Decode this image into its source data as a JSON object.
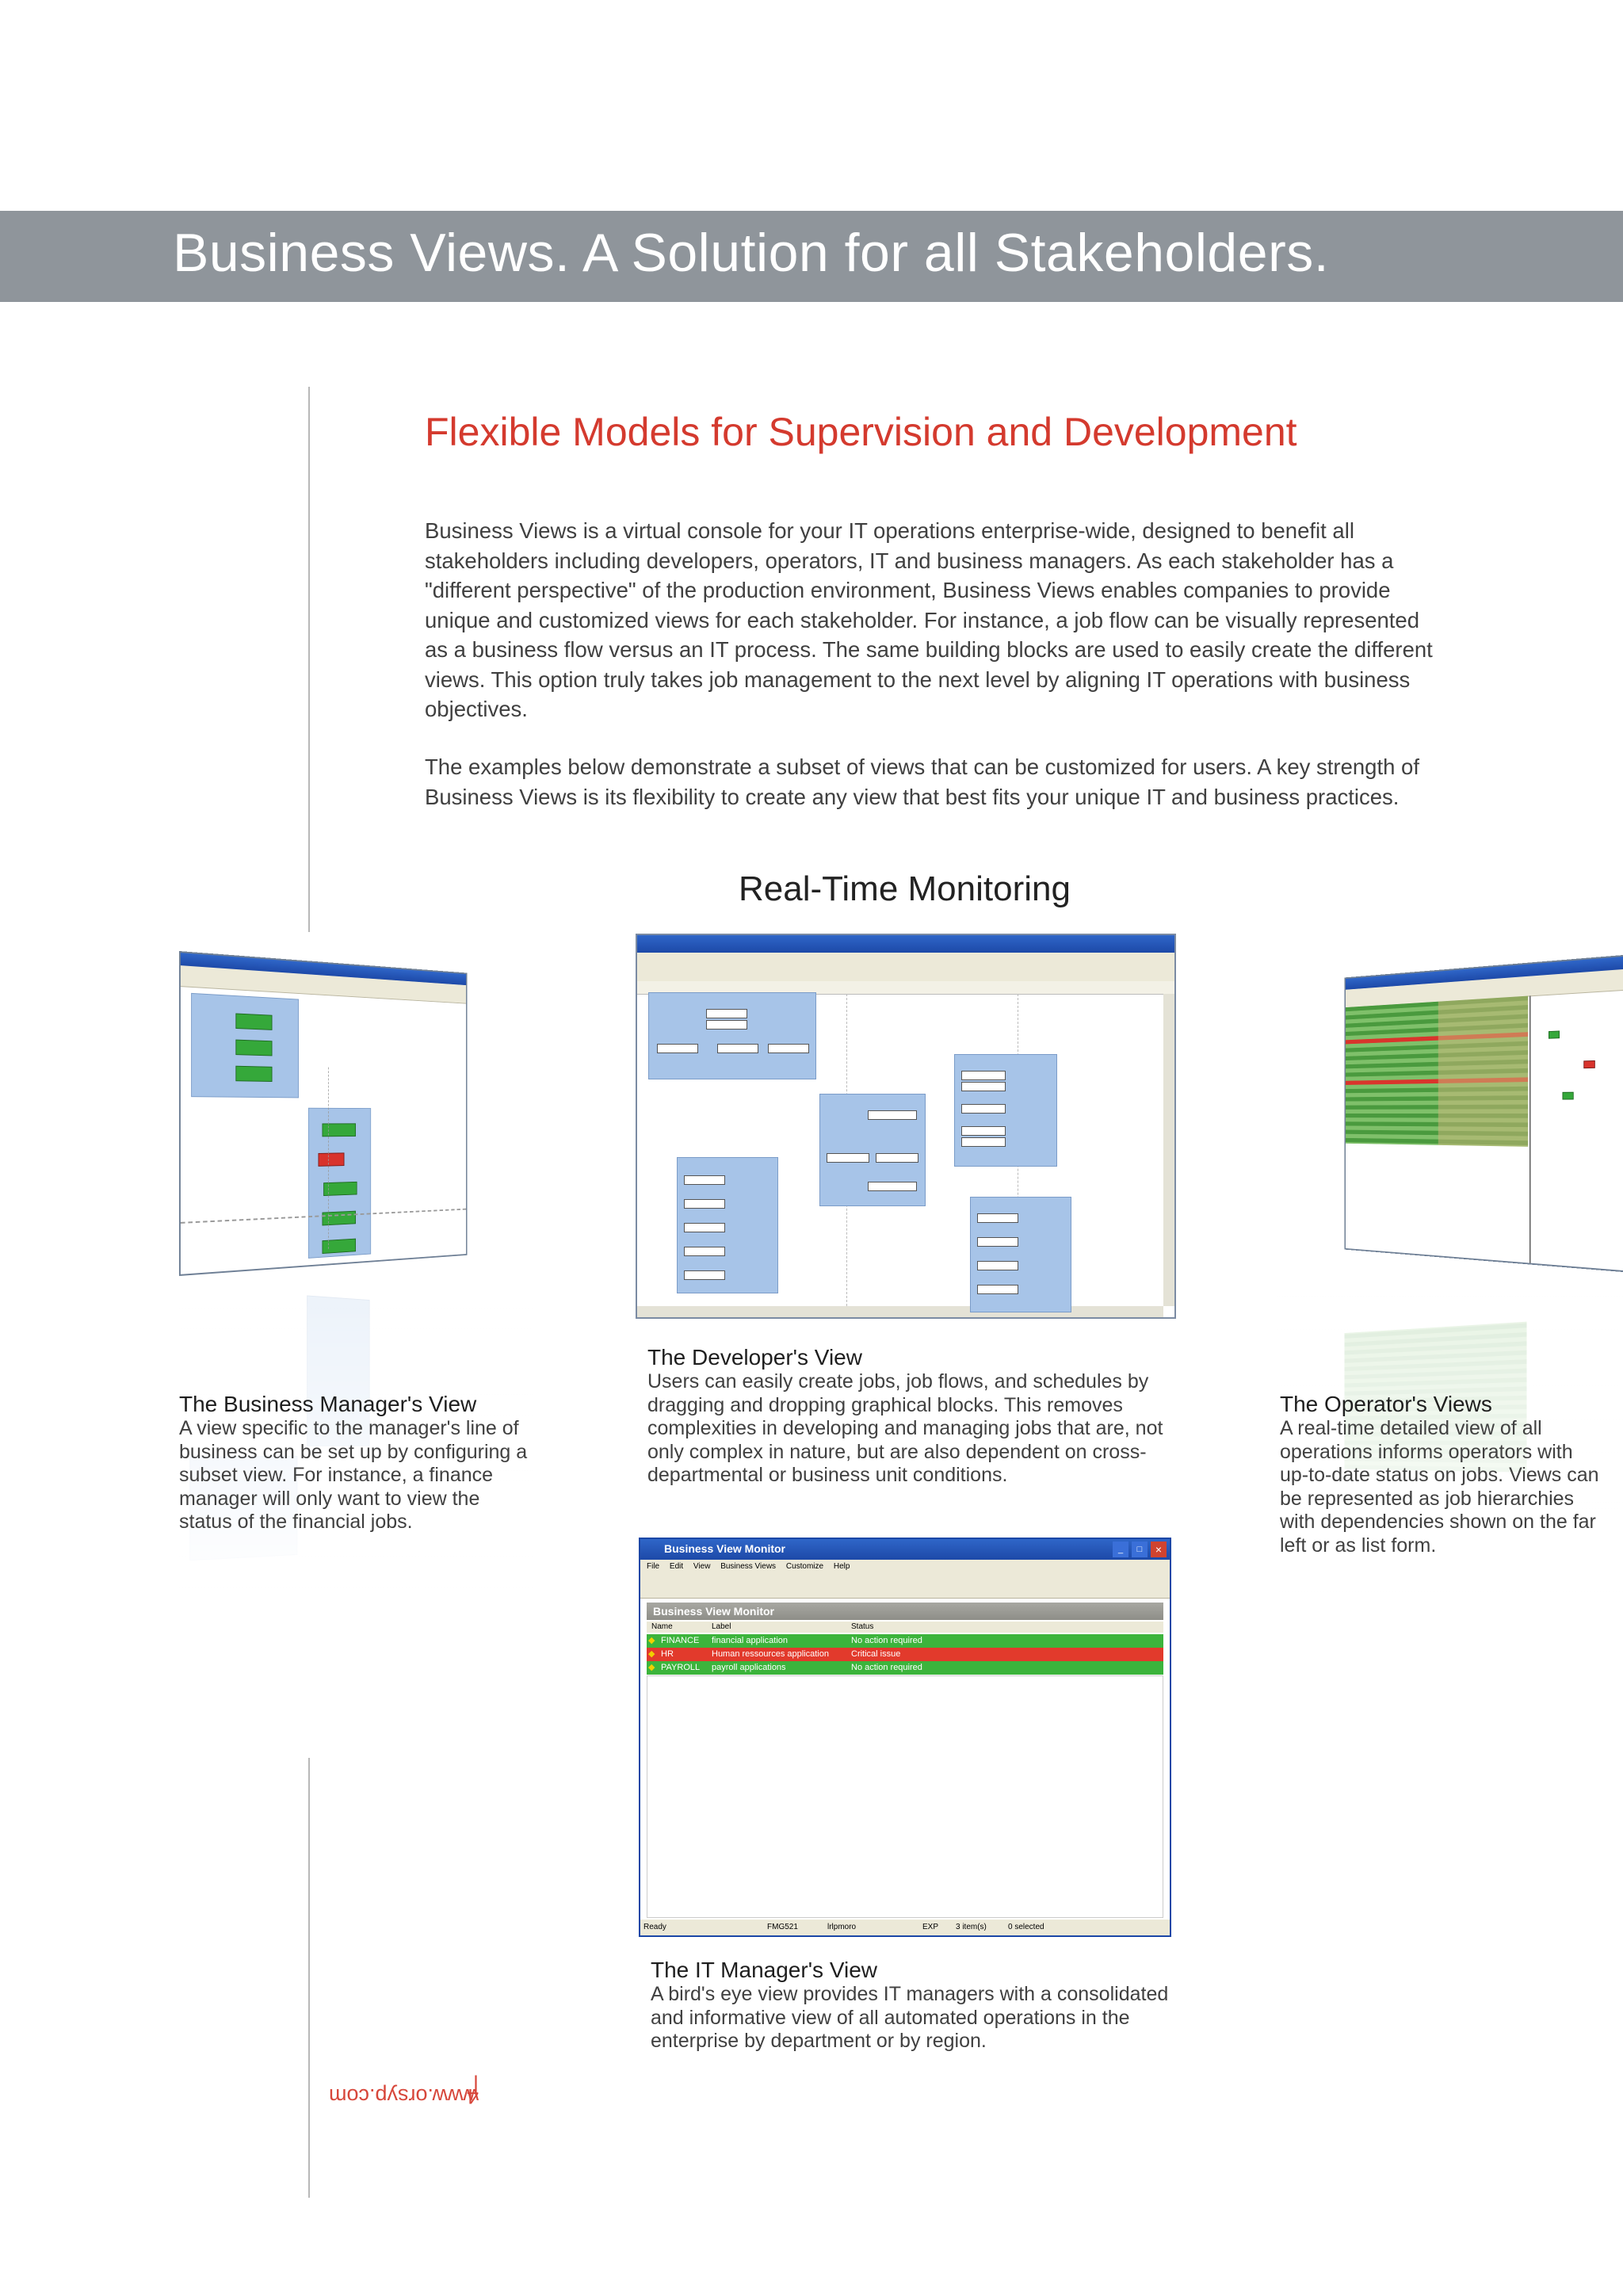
{
  "header": {
    "title": "Business Views. A Solution for all Stakeholders."
  },
  "intro": {
    "subtitle": "Flexible Models for Supervision and Development",
    "paragraph1": "Business Views is a virtual console for your IT operations enterprise-wide, designed to benefit all stakeholders including developers, operators, IT and business managers. As each stakeholder has a \"different perspective\" of the production environment, Business Views enables companies to provide unique and customized views for each stakeholder. For instance, a job flow can be visually represented as a business flow versus an IT process. The same building blocks are used to easily create the different views. This option truly takes job management to the next level by aligning IT operations with business objectives.",
    "paragraph2": "The examples below demonstrate a subset of views that can be customized for users. A key strength of Business Views is its flexibility to create any view that best fits your unique IT and business practices."
  },
  "section": {
    "title": "Real-Time Monitoring"
  },
  "views": {
    "business_manager": {
      "title": "The Business Manager's View",
      "text": "A view specific to the manager's line of business can be set up by configuring a subset view. For instance, a finance manager will only want to view the status of the financial jobs."
    },
    "developer": {
      "title": "The Developer's View",
      "text": "Users can easily create jobs, job flows, and schedules by dragging and dropping graphical blocks. This removes complexities in developing and managing jobs that are, not only complex in nature, but are also dependent on cross-departmental or business unit conditions."
    },
    "operator": {
      "title": "The Operator's Views",
      "text": "A real-time detailed view of all operations informs operators with up-to-date status on jobs. Views can be represented as job hierarchies with dependencies shown on the far left or as list form."
    },
    "it_manager": {
      "title": "The IT Manager's View",
      "text": "A bird's eye view provides IT managers with a consolidated and informative view of all automated operations in the enterprise by department or by region."
    }
  },
  "bvm": {
    "window_title": "Business View Monitor",
    "menu": [
      "File",
      "Edit",
      "View",
      "Business Views",
      "Customize",
      "Help"
    ],
    "panel_title": "Business View Monitor",
    "columns": [
      "Name",
      "Label",
      "Status"
    ],
    "rows": [
      {
        "name": "FINANCE",
        "label": "financial application",
        "status": "No action required",
        "color": "#3cb43c"
      },
      {
        "name": "HR",
        "label": "Human ressources application",
        "status": "Critical issue",
        "color": "#e23a2c"
      },
      {
        "name": "PAYROLL",
        "label": "payroll applications",
        "status": "No action required",
        "color": "#3cb43c"
      }
    ],
    "statusbar": [
      "Ready",
      "FMG521",
      "lrlpmoro",
      "EXP",
      "3 item(s)",
      "0 selected"
    ]
  },
  "footer": {
    "page_number": "4",
    "separator": "|",
    "website": "www.orsyp.com"
  },
  "colors": {
    "banner": "#8f959b",
    "accent": "#d43a2e",
    "ok": "#3cb43c",
    "critical": "#e23a2c"
  }
}
